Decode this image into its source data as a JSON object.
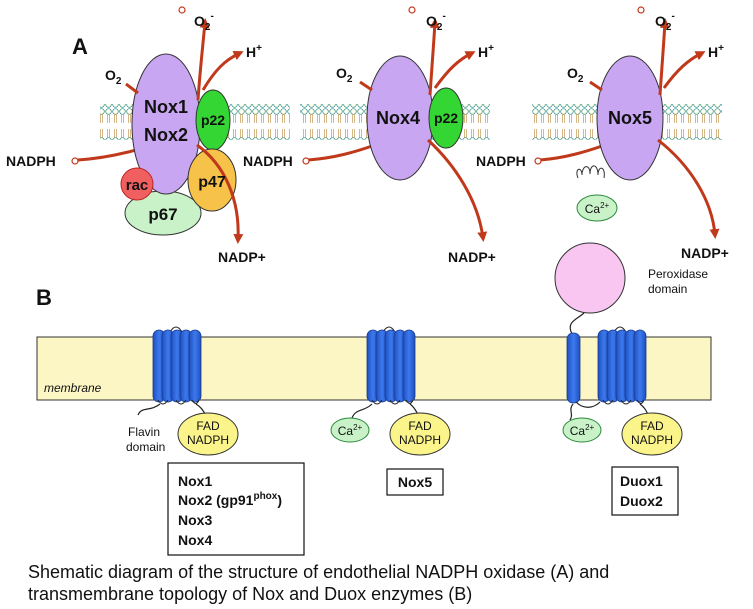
{
  "panel_a": {
    "label": "A",
    "o2_left": "O",
    "o2_sub": "2",
    "o2_minus_base": "O",
    "o2_minus_sub": "2",
    "o2_minus_sup": "-",
    "h_base": "H",
    "h_sup": "+",
    "nadph": "NADPH",
    "nadp_plus": "NADP+",
    "complex1": {
      "line1": "Nox1",
      "line2": "Nox2",
      "p22": "p22",
      "p47": "p47",
      "p67": "p67",
      "rac": "rac"
    },
    "complex2": {
      "line1": "Nox4",
      "p22": "p22"
    },
    "complex3": {
      "line1": "Nox5",
      "ca_base": "Ca",
      "ca_sup": "2+"
    }
  },
  "panel_b": {
    "label": "B",
    "membrane": "membrane",
    "flavin_line1": "Flavin",
    "flavin_line2": "domain",
    "fad_line1": "FAD",
    "fad_line2": "NADPH",
    "ca_base": "Ca",
    "ca_sup": "2+",
    "peroxidase_line1": "Peroxidase",
    "peroxidase_line2": "domain",
    "box1": {
      "l1": "Nox1",
      "l2_base": "Nox2 (gp91",
      "l2_sup": "phox",
      "l2_end": ")",
      "l3": "Nox3",
      "l4": "Nox4"
    },
    "box2": {
      "l1": "Nox5"
    },
    "box3": {
      "l1": "Duox1",
      "l2": "Duox2"
    }
  },
  "caption": {
    "line1": "Shematic diagram of the structure of endothelial NADPH oxidase (A) and",
    "line2": "transmembrane topology of Nox and Duox enzymes (B)"
  },
  "colors": {
    "nox_purple": "#c9a6f2",
    "p22_green": "#33d633",
    "p47_orange": "#f6c24a",
    "p67_green": "#c9f2c9",
    "rac_red": "#f06060",
    "arrow": "#c0391b",
    "membrane_fill": "#fbf6c4",
    "tm_blue": "#2a5fd6",
    "fad_yellow": "#fbf48a",
    "ca_green": "#c9f2c9",
    "peroxidase_pink": "#f8c6f0"
  }
}
